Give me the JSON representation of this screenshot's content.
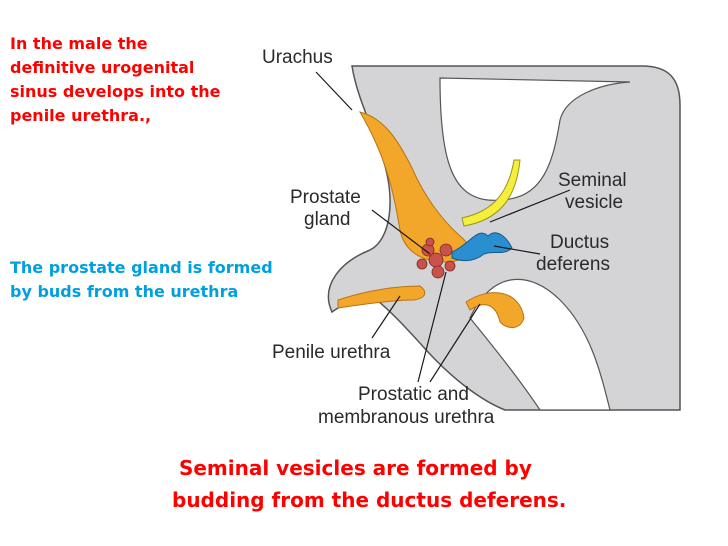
{
  "notes": {
    "urogenital": "In the male the\ndefinitive urogenital\nsinus develops into the\npenile urethra.,",
    "prostate": "The prostate gland is formed\nby buds from the urethra"
  },
  "caption": " Seminal vesicles are formed by\nbudding from the ductus deferens.",
  "labels": {
    "urachus": "Urachus",
    "seminal_1": "Seminal",
    "seminal_2": "vesicle",
    "prostate_1": "Prostate",
    "prostate_2": "gland",
    "ductus_1": "Ductus",
    "ductus_2": "deferens",
    "penile": "Penile urethra",
    "prostatic_1": "Prostatic and",
    "prostatic_2": "membranous urethra"
  },
  "colors": {
    "red_text": "#ff0000",
    "blue_text": "#00a0e0",
    "tissue": "#d4d4d6",
    "urogenital_sinus": "#f2a72a",
    "seminal_vesicle": "#f4ee3c",
    "ductus": "#2a8fd0",
    "prostate": "#c9524a"
  }
}
